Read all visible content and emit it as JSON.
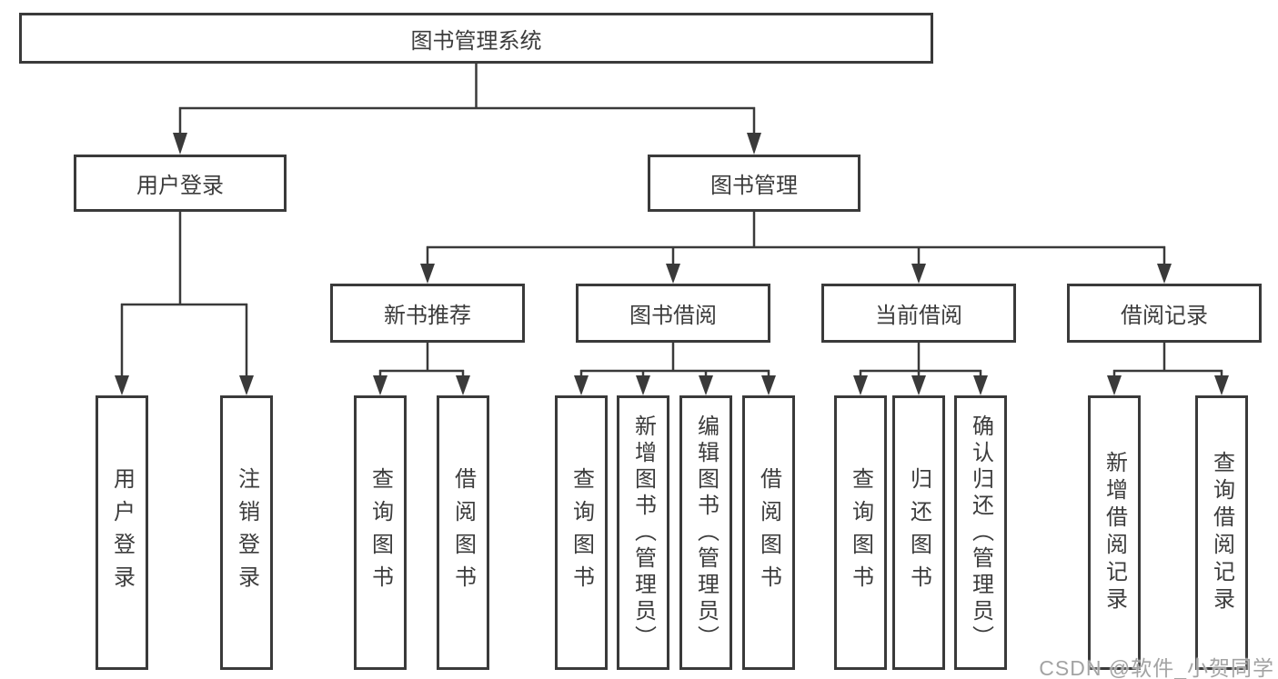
{
  "diagram": {
    "type": "hierarchy-tree",
    "root": {
      "label": "图书管理系统"
    },
    "level2": [
      {
        "label": "用户登录"
      },
      {
        "label": "图书管理"
      }
    ],
    "level3": [
      {
        "label": "新书推荐"
      },
      {
        "label": "图书借阅"
      },
      {
        "label": "当前借阅"
      },
      {
        "label": "借阅记录"
      }
    ],
    "leaves": {
      "user_login": [
        {
          "label": "用户登录"
        },
        {
          "label": "注销登录"
        }
      ],
      "new_book_recommend": [
        {
          "label": "查询图书"
        },
        {
          "label": "借阅图书"
        }
      ],
      "book_borrow": [
        {
          "label": "查询图书"
        },
        {
          "label": "新增图书（管理员）"
        },
        {
          "label": "编辑图书（管理员）"
        },
        {
          "label": "借阅图书"
        }
      ],
      "current_borrow": [
        {
          "label": "查询图书"
        },
        {
          "label": "归还图书"
        },
        {
          "label": "确认归还（管理员）"
        }
      ],
      "borrow_records": [
        {
          "label": "新增借阅记录"
        },
        {
          "label": "查询借阅记录"
        }
      ]
    },
    "colors": {
      "line": "#3a3a3a",
      "text": "#3c3c3c"
    }
  },
  "watermark": {
    "text": "CSDN @软件_小贺同学",
    "color": "#a3a3a3"
  }
}
